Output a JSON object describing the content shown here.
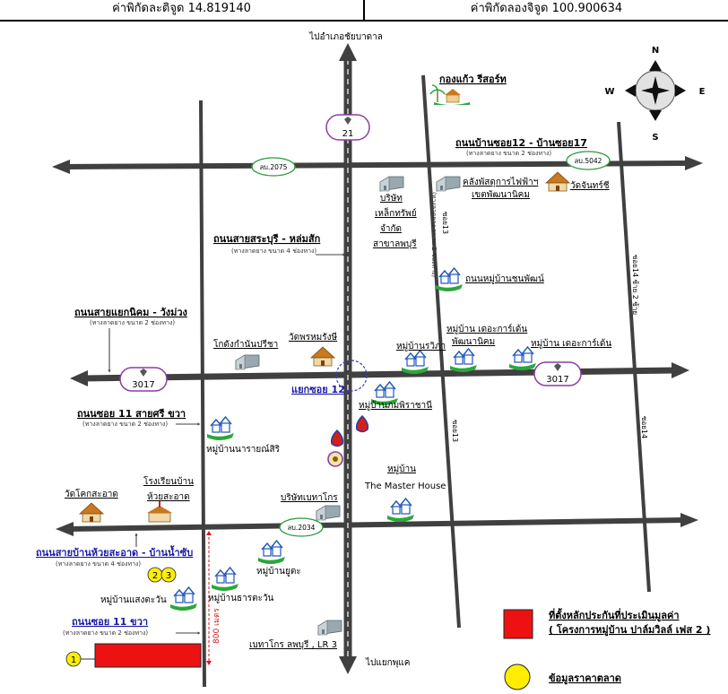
{
  "header": {
    "latitude": "ค่าพิกัดละติจูด 14.819140",
    "longitude": "ค่าพิกัดลองจิจูด 100.900634"
  },
  "compass": {
    "n": "N",
    "s": "S",
    "e": "E",
    "w": "W"
  },
  "directions": {
    "north": "ไปอำเภอชัยบาดาล",
    "south": "ไปแยกพุแค"
  },
  "shields": {
    "route21": "21",
    "route3017_left": "3017",
    "route3017_right": "3017",
    "r2075": "ลบ.2075",
    "r5042": "ลบ.5042",
    "r2034": "ลบ.2034"
  },
  "roads": {
    "top_name": "ถนนบ้านซอย12 - บ้านซอย17",
    "top_sub": "(ทางลาดยาง ขนาด 2 ช่องทาง)",
    "main_name": "ถนนสายสระบุรี - หล่มสัก",
    "main_sub": "(ทางลาดยาง ขนาด 4 ช่องทาง)",
    "mid_name": "ถนนสายแยกนิคม - วังม่วง",
    "mid_sub": "(ทางลาดยาง ขนาด 2 ช่องทาง)",
    "soi11_name": "ถนนซอย 11 สายศรี ขวา",
    "soi11_sub": "(ทางลาดยาง ขนาด 2 ช่องทาง)",
    "huai_name": "ถนนสายบ้านห้วยสะอาด - บ้านน้ำซับ",
    "huai_sub": "(ทางลาดยาง ขนาด 4 ช่องทาง)",
    "soi11b_name": "ถนนซอย 11 ขวา",
    "soi11b_sub": "(ทางลาดยาง ขนาด 2 ช่องทาง)",
    "soi13_upper": "ซอย13",
    "soi13_side": "(ทางลาดยาง ขนาด 2 ช่องทาง)",
    "soi13_lower": "ซอย13",
    "soi14_upper": "ซอย14 ซ้าย 2 ซ้าย",
    "soi14_lower": "ซอย14",
    "junction": "แยกซอย 12",
    "distance": "800 เมตร"
  },
  "places": {
    "resort": "กองแก้ว รีสอร์ท",
    "electric": "คลังพัสดุการไฟฟ้าฯ",
    "electric2": "เขตพัฒนานิคม",
    "temple_right": "วัดจันทร์ชี",
    "steel1": "บริษัท",
    "steel2": "เหล็กทรัพย์",
    "steel3": "จำกัด",
    "steel4": "สาขาลพบุรี",
    "village_korn": "ถนนหมู่บ้านชนพัฒน์",
    "warehouse": "โกดังกำนันปรีชา",
    "temple_mid": "วัดพรหมรังษี",
    "village_rawi": "หมู่บ้านรวิภา",
    "village_city1": "หมู่บ้าน เดอะการ์เด้น",
    "village_city2": "พัฒนานิคม",
    "village_city3": "หมู่บ้าน เดอะการ์เด้น",
    "village_phasi": "หมู่บ้านภมพิราชานี",
    "village_nara": "หมู่บ้านนารายณ์สิริ",
    "master1": "หมู่บ้าน",
    "master2": "The Master House",
    "company_mid": "บริษัทเบทาโกร",
    "temple_left": "วัดโคกสะอาด",
    "school1": "โรงเรียนบ้าน",
    "school2": "ห้วยสะอาด",
    "village_yu": "หมู่บ้านยูตะ",
    "village_than": "หมู่บ้านธารตะวัน",
    "village_saeng": "หมู่บ้านแสงตะวัน",
    "betagro": "เบทาโกร ลพบุรี , LR 3"
  },
  "markers": {
    "m1": "1",
    "m2": "2",
    "m3": "3"
  },
  "legend": {
    "subject": "ที่ตั้งหลักประกันที่ประเมินมูลค่า",
    "project": "( โครงการหมู่บ้าน ปาล์มวิลล์ เฟส 2 )",
    "market": "ข้อมูลราคาตลาด"
  },
  "colors": {
    "road": "#404040",
    "subject": "#ee1111",
    "marker": "#ffee00",
    "shield_border": "#8a3fa0",
    "green_shield": "#2a9a3a",
    "village_blue": "#1f57b8",
    "village_green": "#2aa83a"
  }
}
